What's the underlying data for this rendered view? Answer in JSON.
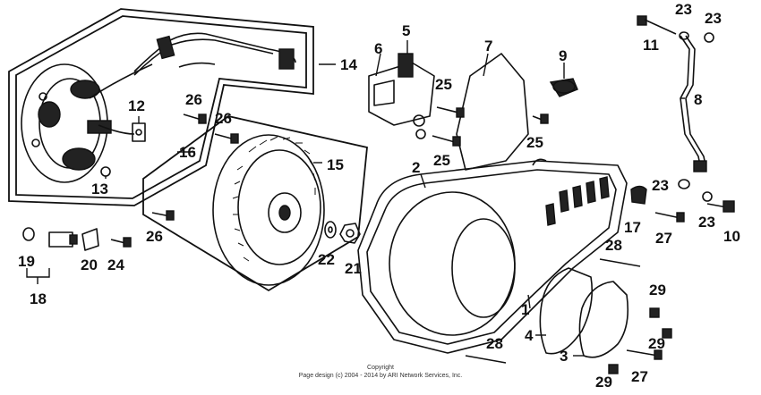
{
  "callouts": [
    "1",
    "2",
    "3",
    "4",
    "5",
    "6",
    "7",
    "8",
    "9",
    "10",
    "11",
    "12",
    "13",
    "14",
    "15",
    "16",
    "17",
    "18",
    "19",
    "20",
    "21",
    "22",
    "23",
    "24",
    "25",
    "26",
    "27",
    "28",
    "29"
  ],
  "copyright": {
    "line1": "Copyright",
    "line2": "Page design (c) 2004 - 2014 by ARI Network Services, Inc."
  }
}
